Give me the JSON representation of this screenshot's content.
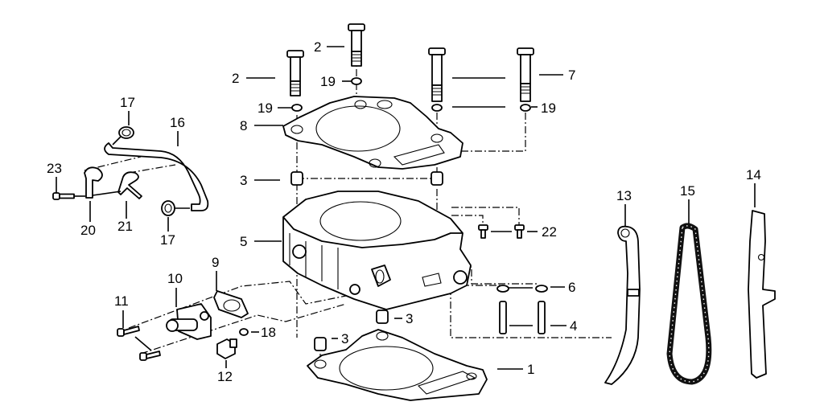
{
  "diagram": {
    "type": "exploded-parts-diagram",
    "subject": "engine cylinder assembly",
    "callouts": [
      {
        "id": "c2a",
        "number": "2",
        "part": "bolt"
      },
      {
        "id": "c2b",
        "number": "2",
        "part": "bolt"
      },
      {
        "id": "c19a",
        "number": "19",
        "part": "washer"
      },
      {
        "id": "c19b",
        "number": "19",
        "part": "washer"
      },
      {
        "id": "c19c",
        "number": "19",
        "part": "washer"
      },
      {
        "id": "c7",
        "number": "7",
        "part": "bolt"
      },
      {
        "id": "c8",
        "number": "8",
        "part": "cylinder head gasket"
      },
      {
        "id": "c3a",
        "number": "3",
        "part": "dowel pin"
      },
      {
        "id": "c3b",
        "number": "3",
        "part": "dowel pin"
      },
      {
        "id": "c3c",
        "number": "3",
        "part": "dowel pin"
      },
      {
        "id": "c5",
        "number": "5",
        "part": "cylinder"
      },
      {
        "id": "c22",
        "number": "22",
        "part": "bolt"
      },
      {
        "id": "c6",
        "number": "6",
        "part": "washer"
      },
      {
        "id": "c4",
        "number": "4",
        "part": "stud bolt"
      },
      {
        "id": "c1",
        "number": "1",
        "part": "cylinder base gasket"
      },
      {
        "id": "c9",
        "number": "9",
        "part": "tensioner gasket"
      },
      {
        "id": "c10",
        "number": "10",
        "part": "cam chain tensioner"
      },
      {
        "id": "c11",
        "number": "11",
        "part": "bolt"
      },
      {
        "id": "c12",
        "number": "12",
        "part": "plug bolt"
      },
      {
        "id": "c18",
        "number": "18",
        "part": "o-ring"
      },
      {
        "id": "c13",
        "number": "13",
        "part": "chain tensioner guide"
      },
      {
        "id": "c14",
        "number": "14",
        "part": "chain guide"
      },
      {
        "id": "c15",
        "number": "15",
        "part": "cam chain"
      },
      {
        "id": "c16",
        "number": "16",
        "part": "water hose"
      },
      {
        "id": "c17a",
        "number": "17",
        "part": "hose clamp"
      },
      {
        "id": "c17b",
        "number": "17",
        "part": "hose clamp"
      },
      {
        "id": "c20",
        "number": "20",
        "part": "hose holder"
      },
      {
        "id": "c21",
        "number": "21",
        "part": "hose clip"
      },
      {
        "id": "c23",
        "number": "23",
        "part": "screw"
      }
    ]
  }
}
